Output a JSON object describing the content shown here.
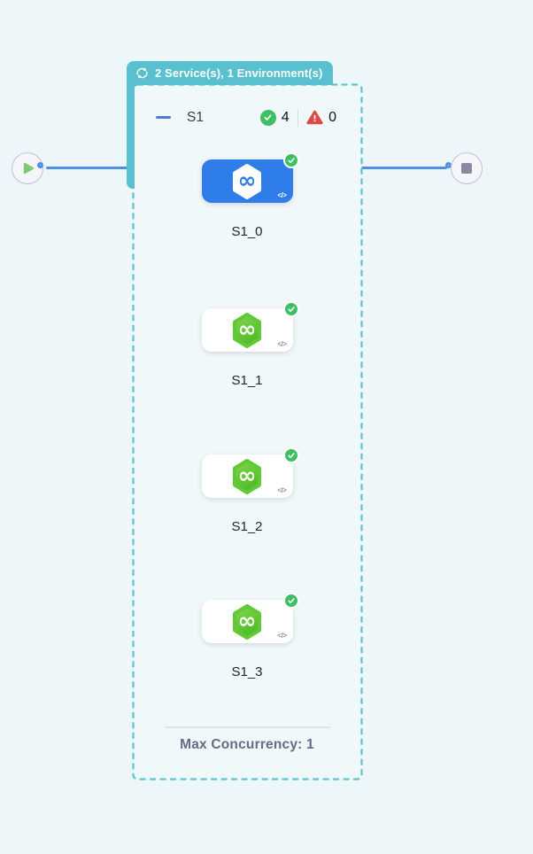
{
  "colors": {
    "canvas_bg": "#EDF6F9",
    "accent_teal": "#58C0CE",
    "edge_blue": "#4C8FE4",
    "selected_node_blue": "#2F7DE8",
    "success_green": "#3EBF64",
    "error_red": "#DD4A42",
    "hexagon_green_top": "#84D64F",
    "hexagon_green_bottom": "#4FBB27"
  },
  "icons": {
    "header": "loop-icon",
    "collapse": "minus-icon",
    "success": "check-circle-icon",
    "error": "warning-triangle-icon",
    "node_type": "service-hexagon-icon",
    "node_status": "check-circle-icon",
    "code": "code-icon",
    "start": "play-icon",
    "end": "stop-icon"
  },
  "header_badge": {
    "label": "2 Service(s), 1 Environment(s)"
  },
  "stage": {
    "name": "S1",
    "success_count": "4",
    "error_count": "0",
    "code_icon": "</>",
    "footer": "Max Concurrency: 1",
    "nodes": [
      {
        "label": "S1_0",
        "selected": true,
        "status": "success"
      },
      {
        "label": "S1_1",
        "selected": false,
        "status": "success"
      },
      {
        "label": "S1_2",
        "selected": false,
        "status": "success"
      },
      {
        "label": "S1_3",
        "selected": false,
        "status": "success"
      }
    ]
  }
}
